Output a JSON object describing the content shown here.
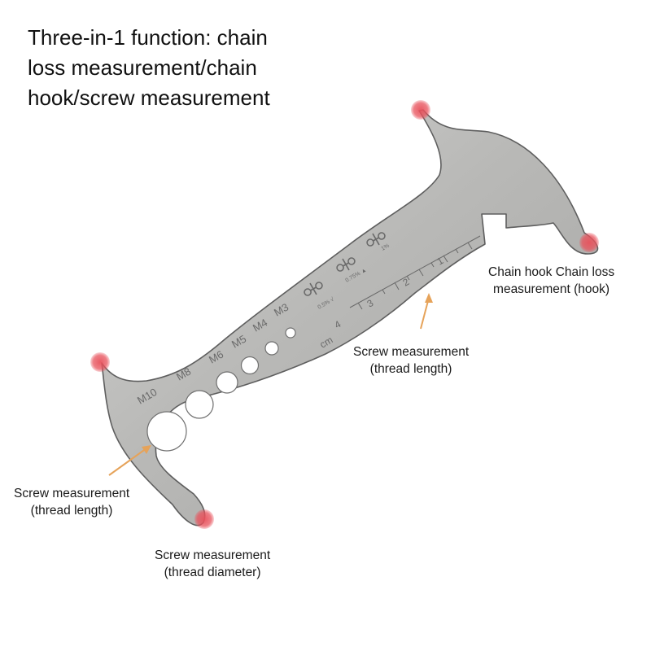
{
  "headline": {
    "line1": "Three-in-1 function: chain",
    "line2": "loss measurement/chain",
    "line3": "hook/screw measurement"
  },
  "callouts": {
    "chain_hook": {
      "line1": "Chain hook Chain loss",
      "line2": "measurement (hook)"
    },
    "thread_length_right": {
      "line1": "Screw measurement",
      "line2": "(thread length)"
    },
    "thread_length_left": {
      "line1": "Screw measurement",
      "line2": "(thread length)"
    },
    "thread_diameter": {
      "line1": "Screw measurement",
      "line2": "(thread diameter)"
    }
  },
  "tool": {
    "hole_labels": [
      "M10",
      "M8",
      "M6",
      "M5",
      "M4",
      "M3"
    ],
    "ruler_unit": "cm",
    "ruler_numbers": [
      "4",
      "3",
      "2",
      "1"
    ],
    "wear_marks": [
      "0.5% √",
      "0.75% ▲",
      "1%"
    ]
  },
  "colors": {
    "metal": "#b8b8b6",
    "metal_edge": "#5e5e5e",
    "arrow": "#e6a35a",
    "marker": "#e8525c"
  }
}
